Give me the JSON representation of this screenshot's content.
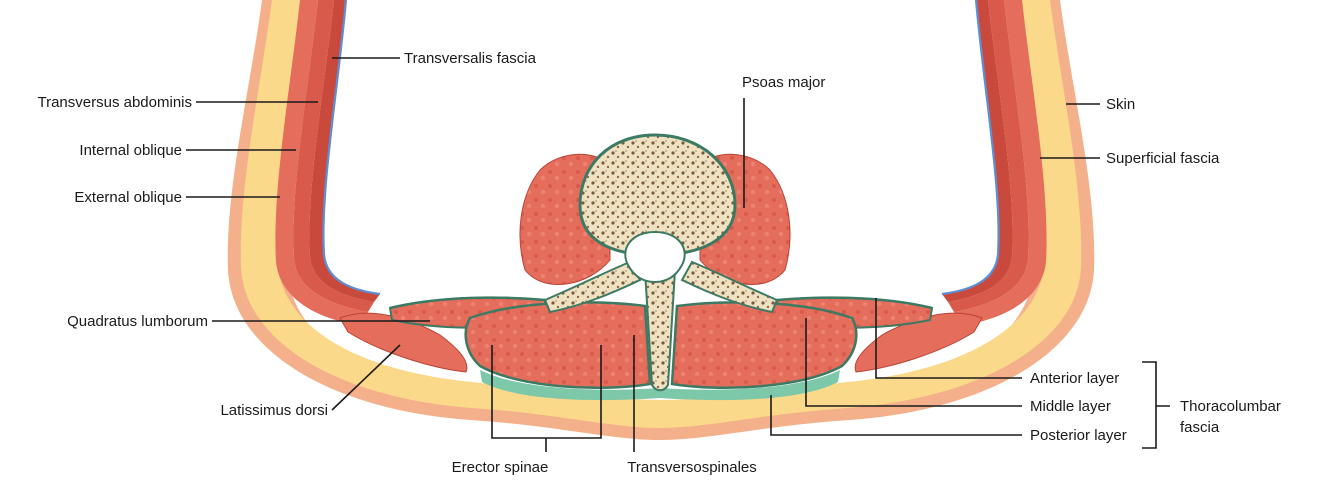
{
  "diagram": {
    "colors": {
      "skin": "#f4b08a",
      "superficial_fascia": "#fbd98a",
      "muscle": "#e56d5b",
      "muscle_dark": "#c94a3c",
      "transversalis_fascia": "#5b8fd6",
      "fascia_green": "#7cc8a8",
      "bone": "#efe2c2",
      "bone_pores": "#7a5a3c"
    },
    "labels": {
      "transversalis_fascia": "Transversalis fascia",
      "transversus_abdominis": "Transversus abdominis",
      "internal_oblique": "Internal oblique",
      "external_oblique": "External oblique",
      "quadratus_lumborum": "Quadratus lumborum",
      "latissimus_dorsi": "Latissimus dorsi",
      "erector_spinae": "Erector spinae",
      "transversospinales": "Transversospinales",
      "psoas_major": "Psoas major",
      "skin": "Skin",
      "superficial_fascia": "Superficial fascia",
      "anterior_layer": "Anterior layer",
      "middle_layer": "Middle layer",
      "posterior_layer": "Posterior layer",
      "thoracolumbar_line1": "Thoracolumbar",
      "thoracolumbar_line2": "fascia"
    }
  }
}
